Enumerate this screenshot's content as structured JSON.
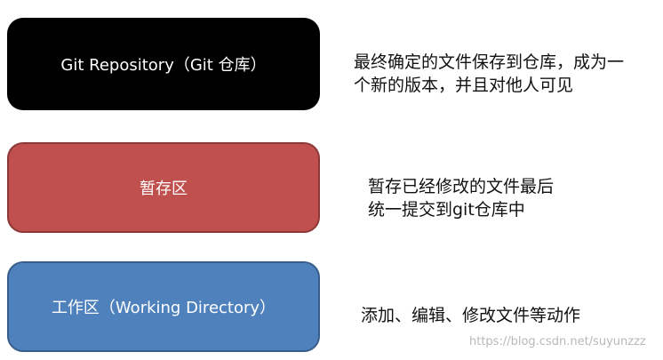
{
  "layers": [
    {
      "label": "Git Repository（Git 仓库）",
      "color": "#000000",
      "description": [
        "最终确定的文件保存到仓库，成为一",
        "个新的版本，并且对他人可见"
      ]
    },
    {
      "label": "暂存区",
      "color": "#c0504d",
      "description": [
        "暂存已经修改的文件最后",
        "统一提交到git仓库中"
      ]
    },
    {
      "label": "工作区（Working Directory）",
      "color": "#4f81bd",
      "description": [
        "添加、编辑、修改文件等动作"
      ]
    }
  ],
  "watermark": "https://blog.csdn.net/suyunzzz"
}
